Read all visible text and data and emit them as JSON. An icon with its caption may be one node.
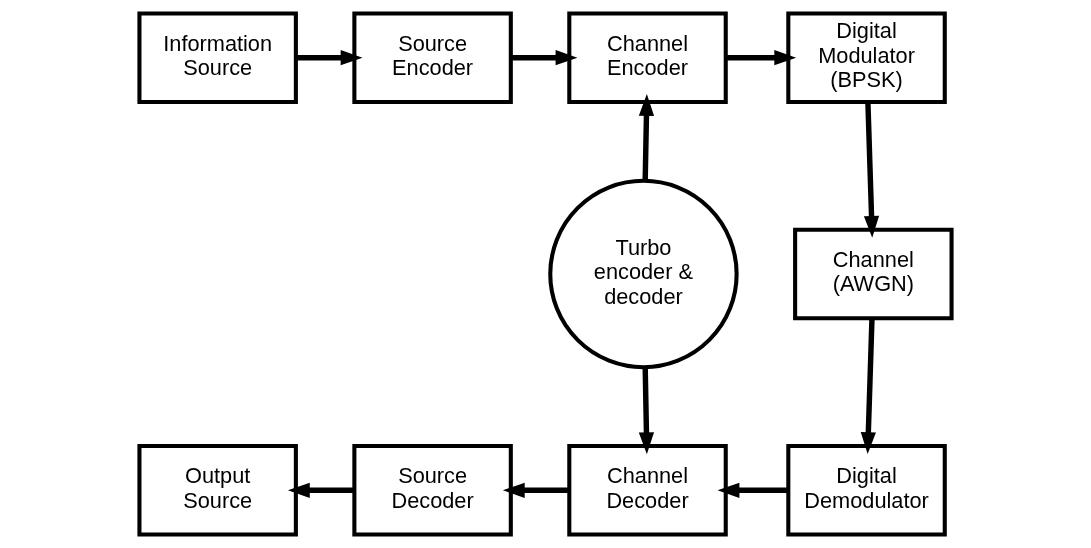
{
  "diagram": {
    "nodes": [
      {
        "text": [
          "Information Source"
        ]
      },
      {
        "text": [
          "Source Encoder"
        ]
      },
      {
        "text": [
          "Channel Encoder"
        ]
      },
      {
        "text": [
          "Digital Modulator (BPSK)"
        ]
      },
      {
        "text": [
          "Channel (AWGN)"
        ]
      },
      {
        "text": [
          "Turbo encoder & decoder"
        ]
      },
      {
        "text": [
          "Output Source"
        ]
      },
      {
        "text": [
          "Source Decoder"
        ]
      },
      {
        "text": [
          "Channel Decoder"
        ]
      },
      {
        "text": [
          "Digital Demodulator"
        ]
      }
    ],
    "edges": [
      {
        "from": 0,
        "to": 1,
        "arrow": "to"
      },
      {
        "from": 1,
        "to": 2,
        "arrow": "to"
      },
      {
        "from": 2,
        "to": 3,
        "arrow": "to"
      },
      {
        "from": 3,
        "to": 4,
        "arrow": "to"
      },
      {
        "from": 5,
        "to": 2,
        "arrow": "to"
      },
      {
        "from": 4,
        "to": 9,
        "arrow": "to"
      },
      {
        "from": 5,
        "to": 8,
        "arrow": "to"
      },
      {
        "from": 9,
        "to": 8,
        "arrow": "to"
      },
      {
        "from": 8,
        "to": 7,
        "arrow": "to"
      },
      {
        "from": 7,
        "to": 6,
        "arrow": "to"
      }
    ]
  }
}
